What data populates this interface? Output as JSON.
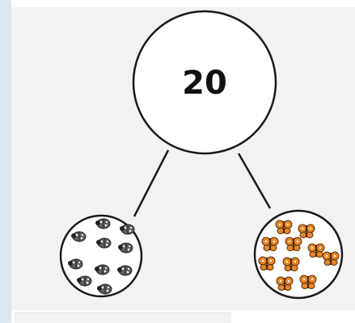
{
  "diagram": {
    "whole": {
      "value": "20"
    },
    "parts": [
      {
        "item": "ladybug",
        "count": 10
      },
      {
        "item": "butterfly",
        "count": 10
      }
    ]
  },
  "colors": {
    "background": "#f2f2f2",
    "outline": "#1a1a1a",
    "ladybug": "#5e5e5e",
    "butterfly": "#e8862a",
    "left_rail": "#dbe7f3"
  },
  "icons": {
    "part_left": "ladybug-icon",
    "part_right": "butterfly-icon"
  }
}
